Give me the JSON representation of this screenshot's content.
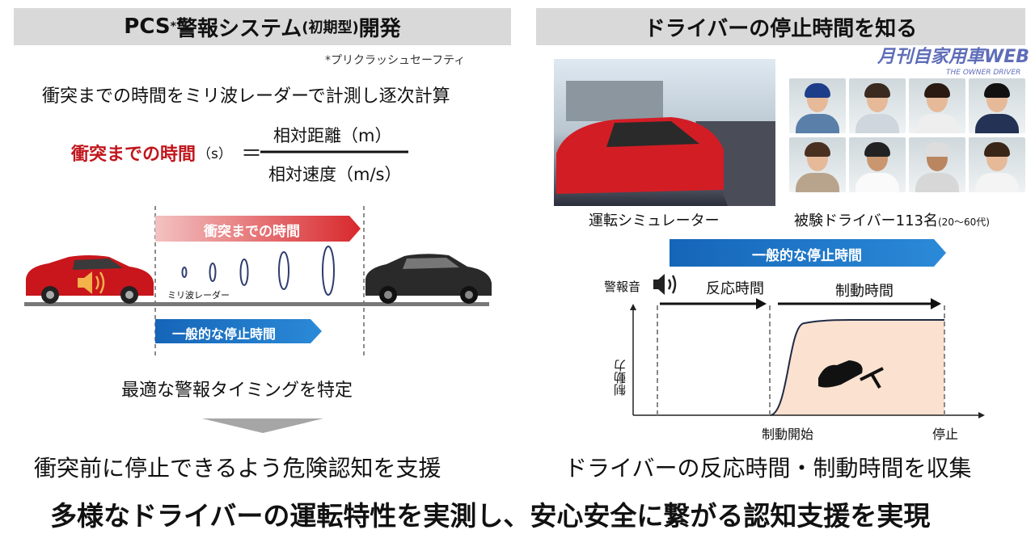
{
  "left": {
    "title_main": "PCS",
    "title_star": "*",
    "title_rest": " 警報システム",
    "title_paren": "(初期型)",
    "title_end": "開発",
    "footnote": "*プリクラッシュセーフティ",
    "measure_text": "衝突までの時間をミリ波レーダーで計測し逐次計算",
    "formula": {
      "lhs": "衝突までの時間",
      "lhs_unit": "（s）",
      "eq": "＝",
      "numerator": "相対距離（m）",
      "denominator": "相対速度（m/s）"
    },
    "collision_arrow": "衝突までの時間",
    "radar_label": "ミリ波レーダー",
    "stop_arrow": "一般的な停止時間",
    "timing_text": "最適な警報タイミングを特定",
    "conclusion": "衝突前に停止できるよう危険認知を支援"
  },
  "right": {
    "title": "ドライバーの停止時間を知る",
    "simulator_label": "運転シミュレーター",
    "drivers_label": "被験ドライバー113名",
    "drivers_age": "(20〜60代)",
    "stop_arrow": "一般的な停止時間",
    "alarm_label": "警報音",
    "reaction_label": "反応時間",
    "braking_label": "制動時間",
    "y_axis_label": "制動力",
    "brake_start": "制動開始",
    "stop": "停止",
    "conclusion": "ドライバーの反応時間・制動時間を収集"
  },
  "footer": "多様なドライバーの運転特性を実測し、安心安全に繋がる認知支援を実現",
  "watermark": {
    "main": "月刊自家用車WEB",
    "sub": "THE OWNER DRIVER"
  },
  "colors": {
    "header_bg": "#d9d9d9",
    "red": "#c0161c",
    "blue": "#1a72c4",
    "brake_fill": "#fbe1cf"
  }
}
